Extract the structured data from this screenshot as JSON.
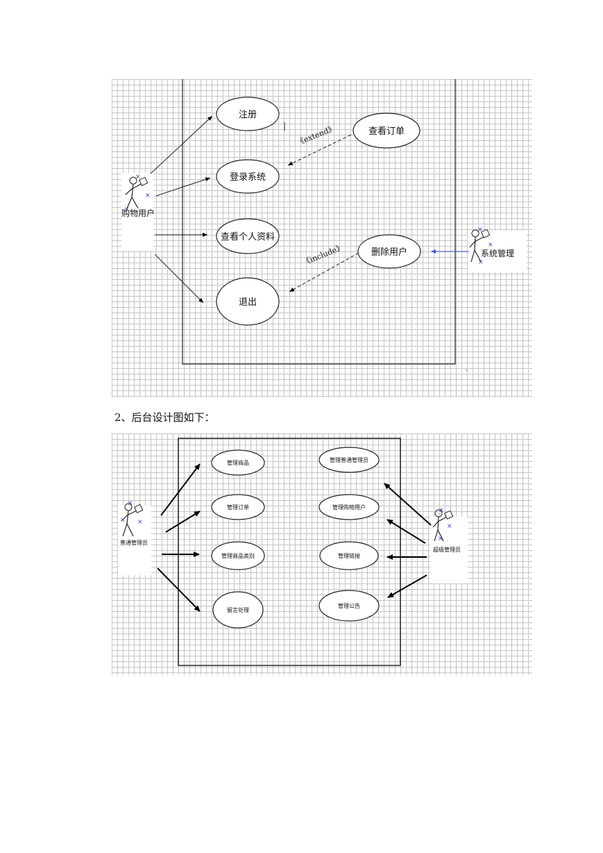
{
  "frontend_diagram": {
    "actors": {
      "shopper": "购物用户",
      "admin": "系统管理"
    },
    "use_cases": {
      "register": "注册",
      "login": "登录系统",
      "view_profile": "查看个人资料",
      "logout": "退出",
      "view_orders": "查看订单",
      "delete_user": "删除用户"
    },
    "relations": {
      "extend": "《extend》",
      "include": "《include》"
    }
  },
  "caption": "2、后台设计图如下：",
  "backend_diagram": {
    "actors": {
      "normal_admin": "普通管理员",
      "super_admin": "超级管理员"
    },
    "use_cases": {
      "manage_goods": "管理商品",
      "manage_orders": "管理订单",
      "manage_categories": "管理商品类别",
      "message_handling": "留言处理",
      "manage_normal_admins": "管理普通管理员",
      "manage_shop_users": "管理购物用户",
      "manage_links": "管理链接",
      "manage_notices": "管理公告"
    }
  }
}
